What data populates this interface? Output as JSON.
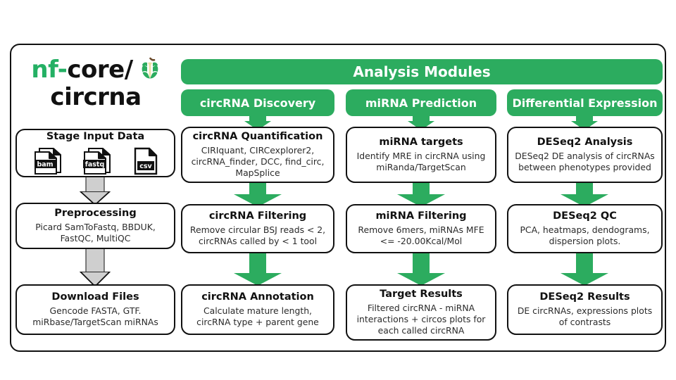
{
  "logo": {
    "part1": "nf-",
    "part2": "core/",
    "part3": "circrna",
    "icon": "nf-core-apple-logo"
  },
  "header": {
    "master_label": "Analysis Modules"
  },
  "modules": [
    {
      "label": "circRNA Discovery"
    },
    {
      "label": "miRNA Prediction"
    },
    {
      "label": "Differential Expression"
    }
  ],
  "columns": {
    "input": {
      "nodes": [
        {
          "title": "Stage Input Data",
          "desc": "",
          "icons": [
            "bam-file-icon",
            "fastq-file-icon",
            "csv-file-icon"
          ],
          "icon_labels": [
            "bam",
            "fastq",
            "csv"
          ]
        },
        {
          "title": "Preprocessing",
          "desc": "Picard SamToFastq, BBDUK, FastQC, MultiQC"
        },
        {
          "title": "Download Files",
          "desc": "Gencode FASTA, GTF. miRbase/TargetScan miRNAs"
        }
      ]
    },
    "discovery": {
      "nodes": [
        {
          "title": "circRNA Quantification",
          "desc": "CIRIquant, CIRCexplorer2, circRNA_finder, DCC, find_circ, MapSplice"
        },
        {
          "title": "circRNA Filtering",
          "desc": "Remove circular BSJ reads < 2, circRNAs called by < 1 tool"
        },
        {
          "title": "circRNA Annotation",
          "desc": "Calculate mature length, circRNA type + parent gene"
        }
      ]
    },
    "mirna": {
      "nodes": [
        {
          "title": "miRNA targets",
          "desc": "Identify MRE in circRNA using miRanda/TargetScan"
        },
        {
          "title": "miRNA Filtering",
          "desc": "Remove 6mers, miRNAs MFE <= -20.00Kcal/Mol"
        },
        {
          "title": "Target Results",
          "desc": "Filtered circRNA - miRNA interactions + circos plots for each called circRNA"
        }
      ]
    },
    "de": {
      "nodes": [
        {
          "title": "DESeq2 Analysis",
          "desc": "DESeq2 DE analysis of circRNAs between phenotypes provided"
        },
        {
          "title": "DESeq2 QC",
          "desc": "PCA, heatmaps, dendograms, dispersion plots."
        },
        {
          "title": "DESeq2 Results",
          "desc": "DE circRNAs, expressions plots of contrasts"
        }
      ]
    }
  },
  "colors": {
    "green": "#2CAC5F",
    "logo_green": "#24B064",
    "grey_arrow": "#cfcfcf",
    "outline": "#111111",
    "apple_beige": "#EDE0A6",
    "apple_stem": "#6B4A2B"
  }
}
